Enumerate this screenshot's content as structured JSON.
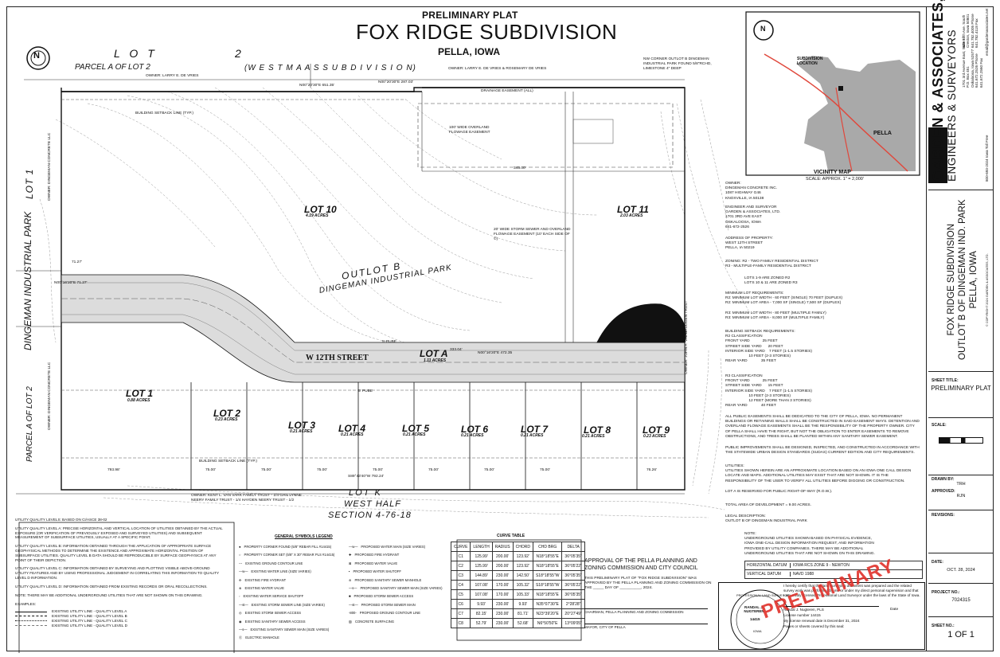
{
  "header": {
    "preliminary_plat": "PRELIMINARY PLAT",
    "title": "FOX RIDGE SUBDIVISION",
    "city": "PELLA, IOWA"
  },
  "plat_labels": {
    "lot_word": "L O T",
    "lot_num": "2",
    "parcel_a": "PARCEL A OF LOT 2",
    "west_maas": "(W E S T   M A A S   S U B D I V I S I O N)",
    "owner_devries": "OWNER: LARRY E. DE VRIES",
    "owner_devries2": "OWNER: LARRY E. DE VRIES & ROSEMARY DE VRIES",
    "nw_corner": "NW CORNER OUTLOT B DINGEMAN INDUSTRIAL PARK FOUND 5/8\"RCHD, LIMESTONE 4\" DEEP",
    "bearing_top1": "N00°20'30\"E 651.35'",
    "bearing_top2": "N00°20'30\"E 287.03'",
    "lot1_left": "LOT 1",
    "dingeman_left": "DINGEMAN INDUSTRIAL PARK",
    "owner_dingeman": "OWNER: DINGEMAN CONCRETE LLC",
    "parcel_a_lot2": "PARCEL A OF LOT 2",
    "lot10": "LOT 10",
    "lot10_ac": "4.19 ACRES",
    "lot11": "LOT 11",
    "lot11_ac": "2.03 ACRES",
    "outlot_b": "OUTLOT B",
    "dingeman_park": "DINGEMAN INDUSTRIAL PARK",
    "overland_easement": "100' WIDE OVERLAND FLOWAGE EASEMENT",
    "storm_easement": "20' WIDE STORM SEWER AND OVERLAND FLOWAGE EASEMENT (10' EACH SIDE OF ©)",
    "street": "W 12TH STREET",
    "lot_a": "LOT A",
    "lot_a_ac": "1.11 ACRES",
    "pube": "5' PUBE",
    "dim_345": "345.00'",
    "dim_333": "333.04'",
    "bearing_472": "N00°16'20\"E 472.35",
    "bearing_71": "N00°16'20\"E 71.27'",
    "dim_71": "71.27'",
    "building_setback": "BUILDING SETBACK LINE (TYP.)",
    "drainage_easement": "DRAINAGE EASEMENT (ALL)",
    "lot_k": "LOT K",
    "west_half": "WEST HALF",
    "section": "SECTION 4-76-18",
    "owner_bottom": "OWNER: KENT L. VAN VARK FAMILY TRUST - 1/4 GAIL LYNNE NEERY FAMILY TRUST - 1/4 HAYDEN NEERY TRUST - 1/2",
    "owner_right": "OWNER: JOHN A. VAL BRUGGEN TRUST",
    "dim_bottom1": "793.98'",
    "dim_bottom2": "S89°43'40\"W 792.24'",
    "lots": [
      {
        "name": "LOT 1",
        "ac": "0.88 ACRES"
      },
      {
        "name": "LOT 2",
        "ac": "0.23 ACRES"
      },
      {
        "name": "LOT 3",
        "ac": "0.21 ACRES"
      },
      {
        "name": "LOT 4",
        "ac": "0.21 ACRES"
      },
      {
        "name": "LOT 5",
        "ac": "0.21 ACRES"
      },
      {
        "name": "LOT 6",
        "ac": "0.21 ACRES"
      },
      {
        "name": "LOT 7",
        "ac": "0.21 ACRES"
      },
      {
        "name": "LOT 8",
        "ac": "0.21 ACRES"
      },
      {
        "name": "LOT 9",
        "ac": "0.23 ACRES"
      }
    ],
    "lot_widths": [
      "75.00'",
      "75.00'",
      "75.00'",
      "75.00'",
      "75.00'",
      "75.00'",
      "75.00'",
      "76.26'"
    ]
  },
  "vicinity": {
    "subdivision_location": "SUBDIVISION LOCATION",
    "pella": "PELLA",
    "title": "VICINITY MAP",
    "scale": "SCALE: APPROX. 1\" = 2,000'"
  },
  "notes_right": {
    "owner": "OWNER:\nDINGEMAN CONCRETE INC.\n1087 HIGHWAY G46\nKNOXVILLE, IA 50138",
    "engineer": "ENGINEER AND SURVEYOR\nGARDEN & ASSOCIATES, LTD.\n1701 3RD AVE EAST\nOSKALOOSA, IOWA\n641-672-2526",
    "address": "ADDRESS OF PROPERTY:\nWEST 12TH STREET\nPELLA, IA 50219",
    "zoning": "ZONING: R2 - TWO FAMILY RESIDENTIAL DISTRICT\nR3 - MULTIPLE-FAMILY RESIDENTIAL DISTRICT",
    "zoning2": "LOTS 1-9 ARE ZONED R2\nLOTS 10 & 11 ARE ZONED R3",
    "min_lot": "MINIMUM LOT REQUIREMENTS:\nR2: MINIMUM LOT WIDTH - 60 FEET (SINGLE) 70 FEET (DUPLEX)\nR2: MINIMUM LOT AREA - 7,000 SF (SINGLE) 7,500 SF (DUPLEX)\n\nR3: MINIMUM LOT WIDTH - 80 FEET (MULTIPLE FAMILY)\nR3: MINIMUM LOT AREA - 8,000 SF (MULTIPLE FAMILY)",
    "setback_r2": "BUILDING SETBACK REQUIREMENTS:\nR2 CLASSIFICATION\nFRONT YARD            25 FEET\nSTREET SIDE YARD      20 FEET\nINTERIOR SIDE YARD    7 FEET (1-1.5 STORIES)\n                      10 FEET (2-3 STORIES)\nREAR YARD             35 FEET",
    "setback_r3": "R3 CLASSIFICATION\nFRONT YARD            25 FEET\nSTREET SIDE YARD      15 FEET\nINTERIOR SIDE YARD    7 FEET (1-1.5 STORIES)\n                      10 FEET (2-3 STORIES)\n                      12 FEET (MORE THAN 3 STORIES)\nREAR YARD             40 FEET",
    "easements": "ALL PUBLIC EASEMENTS SHALL BE DEDICATED TO THE CITY OF PELLA, IOWA. NO PERMANENT BUILDINGS OR RETAINING WALLS SHALL BE CONSTRUCTED IN SAID EASEMENT WAYS. DETENTION AND OVERLAND FLOWAGE EASEMENTS SHALL BE THE RESPONSIBILITY OF THE PROPERTY OWNER. CITY OF PELLA SHALL HAVE THE RIGHT, BUT NOT THE OBLIGATION TO ENTER EASEMENTS TO REMOVE OBSTRUCTIONS, AND TREES SHALL BE PLANTED WITHIN ANY SANITARY SEWER EASEMENT.",
    "improvements": "PUBLIC IMPROVEMENTS SHALL BE DESIGNED, INSPECTED, AND CONSTRUCTED IN ACCORDANCE WITH THE STATEWIDE URBAN DESIGN STANDARDS (SUDAS) CURRENT EDITION AND CITY REQUIREMENTS.",
    "utilities": "UTILITIES:\nUTILITIES SHOWN HEREIN ARE AN APPROXIMATE LOCATION BASED ON AN IOWA ONE CALL DESIGN LOCATE AND MAPS. ADDITIONAL UTILITIES MAY EXIST THAT ARE NOT SHOWN. IT IS THE RESPONSIBILITY OF THE USER TO VERIFY ALL UTILITIES BEFORE DIGGING OR CONSTRUCTION.",
    "lot_a_note": "LOT A IS RESERVED FOR PUBLIC RIGHT-OF-WAY (R.O.W.).",
    "total_area": "TOTAL AREA OF DEVELOPMENT = 9.00 ACRES.",
    "legal": "LEGAL DESCRIPTION:\nOUTLOT B OF DINGEMAN INDUSTRIAL PARK",
    "note2": "NOTE:\nUNDERGROUND UTILITIES SHOWN BASED ON PHYSICAL EVIDENCE,\nIOWA ONE-CALL DESIGN INFORMATION REQUEST, AND INFORMATION\nPROVIDED BY UTILITY COMPANIES. THERE MAY BE ADDITIONAL\nUNDERGROUND UTILITIES THAT ARE NOT SHOWN ON THIS DRAWING.",
    "horiz_datum_lab": "HORIZONTAL DATUM",
    "horiz_datum": "IOWA RCS ZONE 9 - NEWTON",
    "vert_datum_lab": "VERTICAL DATUM",
    "vert_datum": "NAVD 1988"
  },
  "utility_quality": {
    "title": "UTILITY QUALITY LEVELS: BASED ON CI/ASCE 38-02",
    "a": "UTILITY QUALITY LEVEL A: PRECISE HORIZONTAL AND VERTICAL LOCATION OF UTILITIES OBTAINED BY THE ACTUAL EXPOSURE (OR VERIFICATION OF PREVIOUSLY EXPOSED AND SURVEYED UTILITIES) AND SUBSEQUENT MEASUREMENT OF SUBSURFACE UTILITIES, USUALLY AT A SPECIFIC POINT.",
    "b": "UTILITY QUALITY LEVEL B: INFORMATION OBTAINED THROUGH THE APPLICATION OF APPROPRIATE SURFACE GEOPHYSICAL METHODS TO DETERMINE THE EXISTENCE AND APPROXIMATE HORIZONTAL POSITION OF SUBSURFACE UTILITIES. QUALITY LEVEL B DATA SHOULD BE REPRODUCIBLE BY SURFACE GEOPHYSICS AT ANY POINT OF THEIR DEPICTION.",
    "c": "UTILITY QUALITY LEVEL C: INFORMATION OBTAINED BY SURVEYING AND PLOTTING VISIBLE ABOVE-GROUND UTILITY FEATURES AND BY USING PROFESSIONAL JUDGEMENT IN CORRELATING THIS INFORMATION TO QUALITY LEVEL D INFORMATION.",
    "d": "UTILITY QUALITY LEVEL D: INFORMATION OBTAINED FROM EXISTING RECORDS OR ORAL RECOLLECTIONS.",
    "note": "NOTE: THERE MAY BE ADDITIONAL UNDERGROUND UTILITIES THAT ARE NOT SHOWN ON THIS DRAWING.",
    "examples": "EXAMPLES:",
    "ex": [
      "EXISTING UTILITY LINE - QUALITY LEVEL A",
      "EXISTING UTILITY LINE - QUALITY LEVEL B",
      "EXISTING UTILITY LINE - QUALITY LEVEL C",
      "EXISTING UTILITY LINE - QUALITY LEVEL D"
    ]
  },
  "legend": {
    "title": "GENERAL SYMBOLS LEGEND",
    "left": [
      "PROPERTY CORNER FOUND (5/8\" REBAR FILL #14415)",
      "PROPERTY CORNER SET (5/8\" X 30\" REBAR PLS #14415)",
      "EXISTING GROUND CONTOUR LINE",
      "EXISTING WATER LINE (SIZE VARIES)",
      "EXISTING FIRE HYDRANT",
      "EXISTING WATER VALVE",
      "EXISTING WATER SERVICE SHUTOFF",
      "EXISTING STORM SEWER LINE (SIZE VARIES)",
      "EXISTING STORM SEWER ACCESS",
      "EXISTING SANITARY SEWER ACCESS",
      "EXISTING SANITARY SEWER MAIN (SIZE VARIES)",
      "ELECTRIC MANHOLE"
    ],
    "right": [
      "PROPOSED WATER MAIN (SIZE VARIES)",
      "PROPOSED FIRE HYDRANT",
      "PROPOSED WATER VALVE",
      "PROPOSED WATER SHUTOFF",
      "PROPOSED SANITARY SEWER MANHOLE",
      "PROPOSED SANITARY SEWER MAIN (SIZE VARIES)",
      "PROPOSED STORM SEWER ACCESS",
      "PROPOSED STORM SEWER MAIN",
      "PROPOSED GROUND CONTOUR LINE",
      "CONCRETE SURFACING"
    ]
  },
  "curve_table": {
    "title": "CURVE TABLE",
    "headers": [
      "CURVE",
      "LENGTH",
      "RADIUS",
      "CHORD",
      "CHD BRG",
      "DELTA"
    ],
    "rows": [
      [
        "C1",
        "125.99'",
        "200.00'",
        "123.92'",
        "N18°18'55\"E",
        "36°05'35\""
      ],
      [
        "C2",
        "125.99'",
        "200.00'",
        "123.92'",
        "N18°18'55\"E",
        "36°05'22\""
      ],
      [
        "C3",
        "144.89'",
        "230.00'",
        "142.50'",
        "S18°18'55\"W",
        "36°05'35\""
      ],
      [
        "C4",
        "107.08'",
        "170.00'",
        "105.32'",
        "S18°18'55\"W",
        "36°05'22\""
      ],
      [
        "C5",
        "107.08'",
        "170.00'",
        "105.33'",
        "N18°18'55\"E",
        "36°05'35\""
      ],
      [
        "C6",
        "9.93'",
        "230.00'",
        "9.93'",
        "N35°07'30\"E",
        "2°28'28\""
      ],
      [
        "C7",
        "82.15'",
        "230.00'",
        "81.71'",
        "N23°39'20\"E",
        "20°27'49\""
      ],
      [
        "C8",
        "52.79'",
        "230.00'",
        "52.68'",
        "N6°50'50\"E",
        "13°09'05\""
      ]
    ]
  },
  "approval": {
    "title": "APPROVAL OF THE PELLA PLANNING AND ZONING COMMISSION AND CITY COUNCIL",
    "body": "THIS PRELIMINARY PLAT OF \"FOX RIDGE SUBDIVISION\" WAS APPROVED BY THE PELLA PLANNING AND ZONING COMMISSION ON THE _____ DAY OF __________, 2024.",
    "chair": "CHAIRMAN, PELLA PLANNING AND ZONING COMMISSION",
    "mayor": "MAYOR, CITY OF PELLA"
  },
  "certification": {
    "text": "I hereby certify that this land surveying document was prepared and the related survey work was performed by me or under my direct personal supervision and that I am a duly licensed Professional Land Surveyor under the laws of the State of Iowa.",
    "name": "Randal J. Nugteren, PLS",
    "license": "License number 14415",
    "renewal": "My license renewal date is December 31, 2024",
    "pages": "Pages or sheets covered by this seal:",
    "date": "Date",
    "seal_top": "PROFESSIONAL LAND SURVEYOR",
    "seal_name": "RANDAL J. NUGTEREN",
    "seal_num": "14415",
    "seal_state": "IOWA",
    "stamp": "PRELIMINARY"
  },
  "title_block": {
    "company": "GARDEN & ASSOCIATES, LTD.",
    "company2": "ENGINEERS & SURVEYORS",
    "addr1": "1701 3rd Avenue East, Suite 1\nP.O. Box 451\nOskaloosa, Iowa 52577\n641.672.2526 Phone\n641.672.2560 Fax",
    "addr2": "608 Fifth Ave. South\nCreston, Iowa 50801\n641.782.4005 Phone\n641.782.4118 Fax",
    "tollfree": "800-693-2024 Iowa Toll Free",
    "email": "email@gardenassociates.net",
    "project_title": "FOX RIDGE SUBDIVISION\nOUTLOT B OF DINGEMAN IND. PARK\nPELLA, IOWA",
    "copyright": "© COPYRIGHT 2024 GARDEN & ASSOCIATES, LTD.",
    "sheet_title_lab": "SHEET TITLE:",
    "sheet_title": "PRELIMINARY PLAT",
    "scale_lab": "SCALE:",
    "drawn_by_lab": "DRAWN BY:",
    "drawn_by": "TRH",
    "approved_lab": "APPROVED:",
    "approved": "RJN",
    "revisions_lab": "REVISIONS:",
    "date_lab": "DATE:",
    "date": "OCT. 28, 2024",
    "project_no_lab": "PROJECT NO.:",
    "project_no": "7024315",
    "sheet_no_lab": "SHEET NO.:",
    "sheet_no": "1 OF 1"
  },
  "north": "N",
  "colors": {
    "ink": "#111111",
    "road": "#dcdcdc",
    "route": "#e0473b",
    "stamp": "#e0302a",
    "map_gray": "#a9a9a9"
  }
}
